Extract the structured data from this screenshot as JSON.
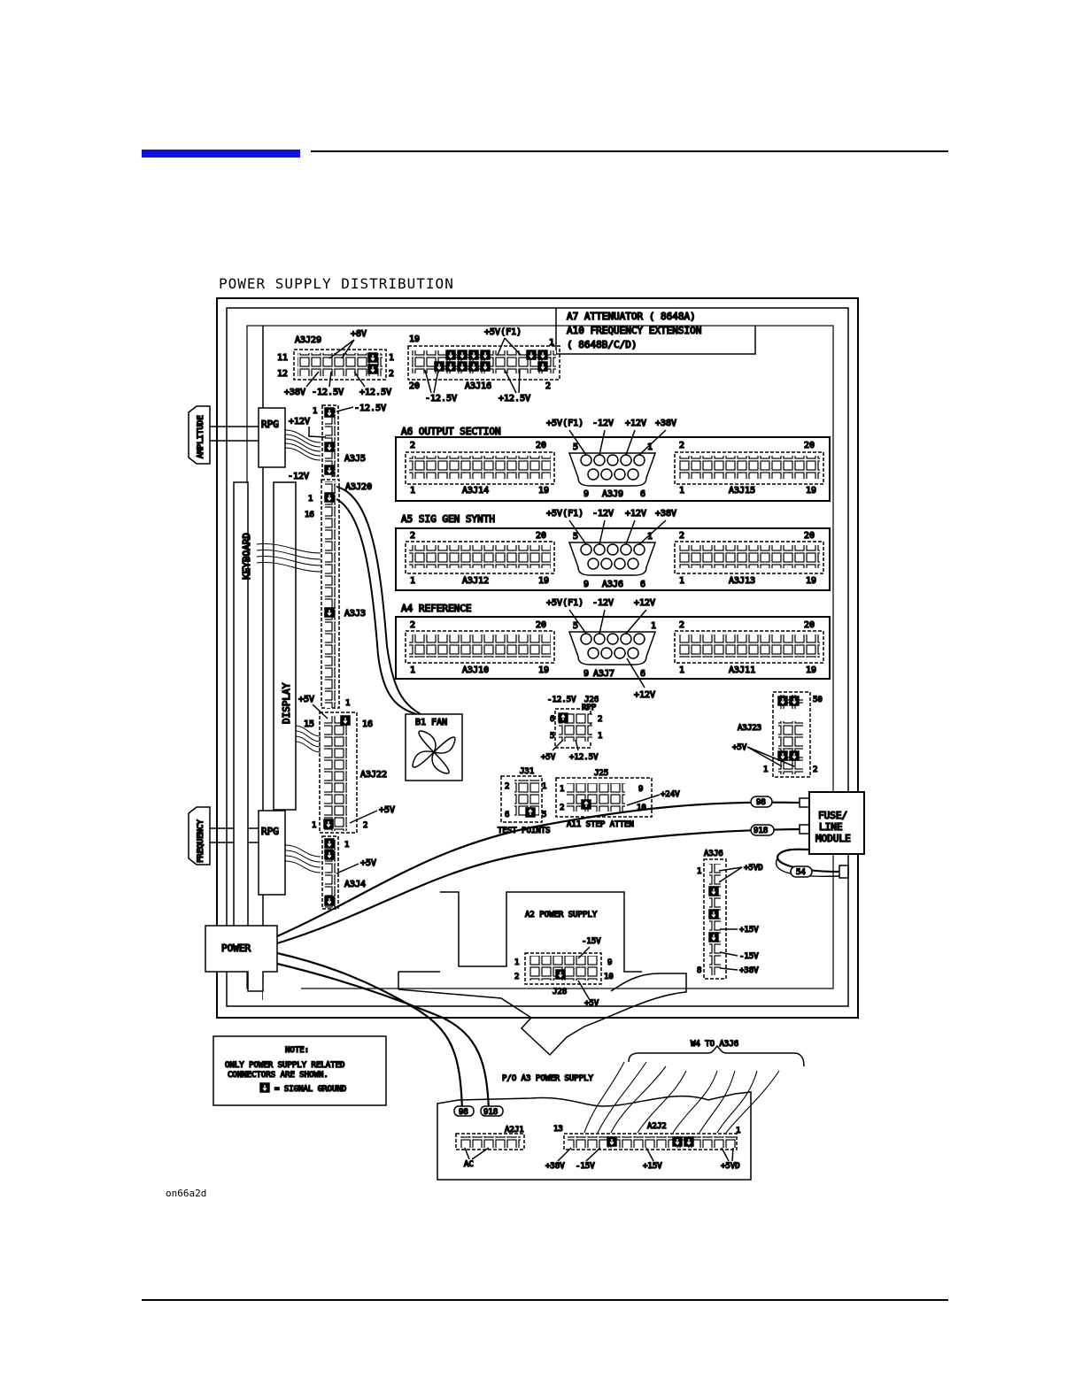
{
  "header": {
    "accent_color": "#1010e6"
  },
  "diagram": {
    "title": "POWER SUPPLY DISTRIBUTION",
    "figure_id": "on66a2d",
    "a7": {
      "line1": "A7 ATTENUATOR (   8648A)",
      "line2": "A10 FREQUENCY EXTENSION",
      "line3": "(   8648B/C/D)"
    },
    "a3j29": {
      "name": "A3J29",
      "pin11": "11",
      "pin12": "12",
      "pin1": "1",
      "pin2": "2",
      "v_top": "+8V",
      "v_b1": "+38V",
      "v_b2": "-12.5V",
      "v_b3": "+12.5V"
    },
    "a3j16": {
      "name": "A3J16",
      "pin19": "19",
      "pin20": "20",
      "pin1": "1",
      "pin2": "2",
      "v_top": "+5V(F1)",
      "v_b1": "-12.5V",
      "v_b2": "+12.5V"
    },
    "side": {
      "amplitude": "AMPLITUDE",
      "frequency": "FREQUENCY",
      "keyboard": "KEYBOARD",
      "display": "DISPLAY",
      "rpg1": "RPG",
      "rpg2": "RPG",
      "power": "POWER"
    },
    "a3j5": {
      "name": "A3J5",
      "pin1": "1",
      "v_top": "-12.5V",
      "v_side": "+12V"
    },
    "a3j20": {
      "name": "A3J20",
      "v": "-12V",
      "pin1": "1",
      "pin16": "16"
    },
    "a3j3": {
      "name": "A3J3",
      "pin1": "1"
    },
    "a3j22": {
      "name": "A3J22",
      "v_top": "+5V",
      "pin15": "15",
      "pin16": "16",
      "v_bot": "+5V",
      "pin1": "1",
      "pin2": "2"
    },
    "a3j4": {
      "name": "A3J4",
      "pin1": "1",
      "v": "+5V"
    },
    "a6": {
      "title": "A6 OUTPUT SECTION",
      "left": "A3J14",
      "mid": "A3J9",
      "right": "A3J15",
      "v1": "+5V(F1)",
      "v2": "-12V",
      "v3": "+12V",
      "v4": "+38V",
      "p2": "2",
      "p20": "20",
      "p1": "1",
      "p19": "19",
      "p5": "5",
      "p9": "9",
      "p6": "6",
      "pd1": "1"
    },
    "a5": {
      "title": "A5 SIG GEN SYNTH",
      "left": "A3J12",
      "mid": "A3J6",
      "right": "A3J13",
      "v1": "+5V(F1)",
      "v2": "-12V",
      "v3": "+12V",
      "v4": "+38V",
      "p2": "2",
      "p20": "20",
      "p1": "1",
      "p19": "19",
      "p5": "5",
      "p9": "9",
      "p6": "6",
      "pd1": "1"
    },
    "a4": {
      "title": "A4 REFERENCE",
      "left": "A3J10",
      "mid": "A3J7",
      "right": "A3J11",
      "v1": "+5V(F1)",
      "v2": "-12V",
      "v3": "+12V",
      "v_bot": "+12V",
      "p2": "2",
      "p20": "20",
      "p1": "1",
      "p19": "19",
      "p5": "5",
      "p9": "9",
      "p6": "6",
      "pd1": "1"
    },
    "fan": {
      "label": "B1 FAN"
    },
    "j26": {
      "name": "J26",
      "sub": "RPP",
      "v_top": "-12.5V",
      "v_bl": "+5V",
      "v_br": "+12.5V",
      "p6": "6",
      "p2": "2",
      "p5": "5",
      "p1": "1"
    },
    "j31": {
      "name": "J31",
      "caption": "TEST POINTS",
      "p2": "2",
      "p1": "1",
      "p6": "6",
      "p5": "5"
    },
    "j25": {
      "name": "J25",
      "caption": "A11 STEP ATTEN",
      "p1": "1",
      "p9": "9",
      "p2": "2",
      "p10": "10",
      "v": "+24V"
    },
    "a3j23": {
      "name": "A3J23",
      "p50": "50",
      "v": "+5V",
      "p1": "1",
      "p2": "2"
    },
    "fuse": {
      "line1": "FUSE/",
      "line2": "LINE",
      "line3": "MODULE"
    },
    "wires": {
      "w98": "98",
      "w918": "918",
      "w54": "54"
    },
    "a3j6": {
      "name": "A3J6",
      "p1": "1",
      "p8": "8",
      "v1": "+5VD",
      "v2": "+15V",
      "v3": "-15V",
      "v4": "+38V"
    },
    "a2": {
      "title": "A2 POWER SUPPLY",
      "conn": "J28",
      "v_top": "-15V",
      "v_bot": "+5V",
      "p1": "1",
      "p2": "2",
      "p9": "9",
      "p10": "10"
    },
    "note": {
      "title": "NOTE:",
      "line1": "ONLY POWER SUPPLY RELATED",
      "line2": "CONNECTORS ARE SHOWN.",
      "legend": "= SIGNAL GROUND"
    },
    "a3": {
      "title": "P/O A3 POWER SUPPLY",
      "w4": "W4 TO A3J6",
      "a2j1": "A2J1",
      "ac": "AC",
      "a2j2": "A2J2",
      "p13": "13",
      "p1": "1",
      "v1": "+38V",
      "v2": "-15V",
      "v3": "+15V",
      "v4": "+5VD",
      "w98": "98",
      "w918": "918"
    }
  }
}
